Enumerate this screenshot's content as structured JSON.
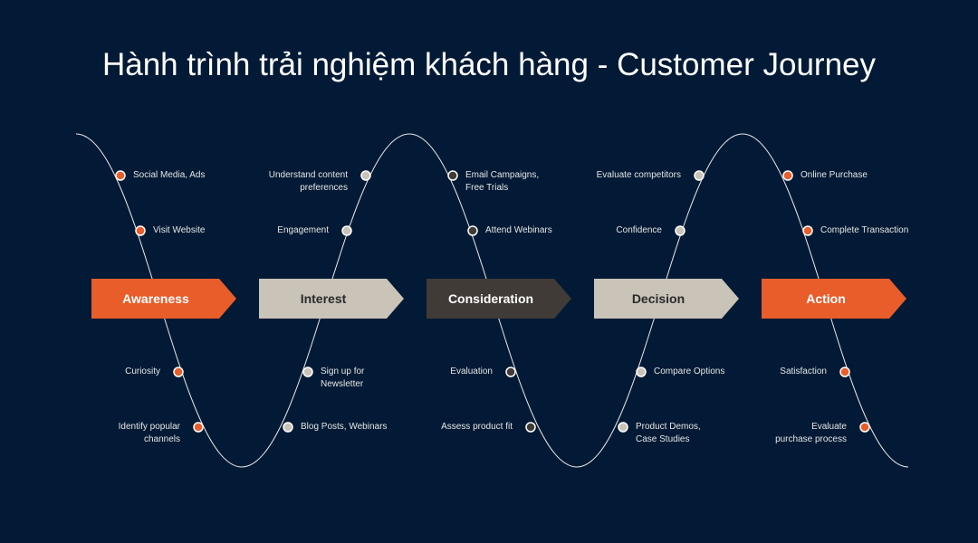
{
  "title": "Hành trình trải nghiệm khách hàng - Customer Journey",
  "colors": {
    "background": "#021a35",
    "orange": "#e85d2a",
    "light": "#c9c3b8",
    "dark": "#403b37"
  },
  "stages": [
    {
      "label": "Awareness",
      "color": "#e85d2a",
      "text_color": "#ffffff",
      "top": [
        "Social Media, Ads",
        "Visit Website"
      ],
      "bottom": [
        "Curiosity",
        "Identify popular channels"
      ]
    },
    {
      "label": "Interest",
      "color": "#c9c3b8",
      "text_color": "#2a2a2a",
      "top": [
        "Understand content preferences",
        "Engagement"
      ],
      "bottom": [
        "Sign up for Newsletter",
        "Blog Posts, Webinars"
      ]
    },
    {
      "label": "Consideration",
      "color": "#403b37",
      "text_color": "#ffffff",
      "top": [
        "Email Campaigns, Free Trials",
        "Attend Webinars"
      ],
      "bottom": [
        "Evaluation",
        "Assess product fit"
      ]
    },
    {
      "label": "Decision",
      "color": "#c9c3b8",
      "text_color": "#2a2a2a",
      "top": [
        "Evaluate competitors",
        "Confidence"
      ],
      "bottom": [
        "Compare Options",
        "Product Demos, Case Studies"
      ]
    },
    {
      "label": "Action",
      "color": "#e85d2a",
      "text_color": "#ffffff",
      "top": [
        "Online Purchase",
        "Complete Transaction"
      ],
      "bottom": [
        "Satisfaction",
        "Evaluate purchase process"
      ]
    }
  ]
}
